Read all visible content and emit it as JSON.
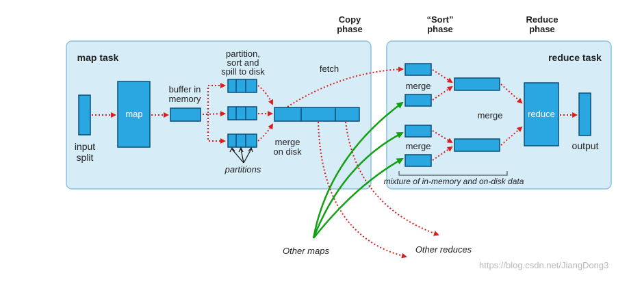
{
  "phases": {
    "copy_line1": "Copy",
    "copy_line2": "phase",
    "sort_line1": "“Sort”",
    "sort_line2": "phase",
    "reduce_line1": "Reduce",
    "reduce_line2": "phase"
  },
  "map_task": {
    "title": "map task",
    "input_line1": "input",
    "input_line2": "split",
    "map_label": "map",
    "buffer_line1": "buffer in",
    "buffer_line2": "memory",
    "partition_line1": "partition,",
    "partition_line2": "sort and",
    "partition_line3": "spill to disk",
    "partitions_label": "partitions",
    "merge_line1": "merge",
    "merge_line2": "on disk"
  },
  "fetch_label": "fetch",
  "reduce_task": {
    "title": "reduce task",
    "merge_top": "merge",
    "merge_bottom": "merge",
    "merge_middle": "merge",
    "reduce_label": "reduce",
    "output_label": "output",
    "mixture_label": "mixture of in-memory and on-disk data"
  },
  "other_maps": "Other maps",
  "other_reduces": "Other reduces",
  "watermark": "https://blog.csdn.net/JiangDong3",
  "colors": {
    "panel_fill": "#d6ecf7",
    "panel_stroke": "#8cc0dc",
    "box_fill": "#2aa7e0",
    "box_stroke": "#0a4f78",
    "red_arrow": "#d81e1e",
    "green_arrow": "#14a014"
  }
}
